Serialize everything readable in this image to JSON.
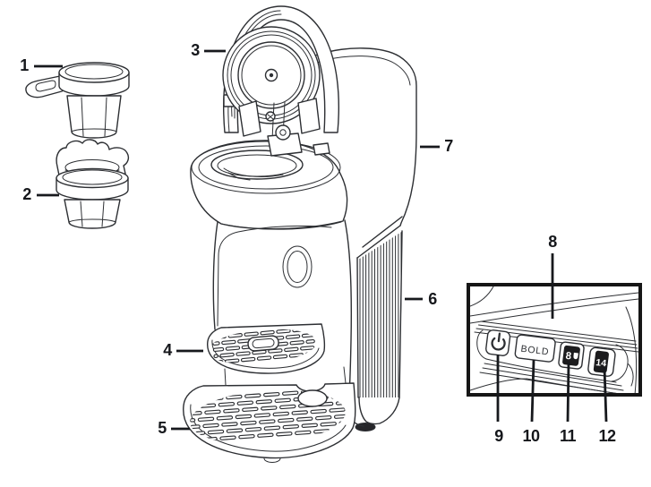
{
  "callouts": [
    {
      "num": "1"
    },
    {
      "num": "2"
    },
    {
      "num": "3"
    },
    {
      "num": "4"
    },
    {
      "num": "5"
    },
    {
      "num": "6"
    },
    {
      "num": "7"
    },
    {
      "num": "8"
    },
    {
      "num": "9"
    },
    {
      "num": "10"
    },
    {
      "num": "11"
    },
    {
      "num": "12"
    }
  ],
  "panel": {
    "power_icon": "power-icon",
    "cup_icon": "cup-icon",
    "bold_label": "BOLD",
    "cup_small_label": "8",
    "cup_large_label": "14"
  },
  "colors": {
    "line": "#2d2f33",
    "label": "#15171b",
    "button_fill": "#1c1c1e",
    "inset_border": "#161616",
    "background": "#ffffff"
  }
}
